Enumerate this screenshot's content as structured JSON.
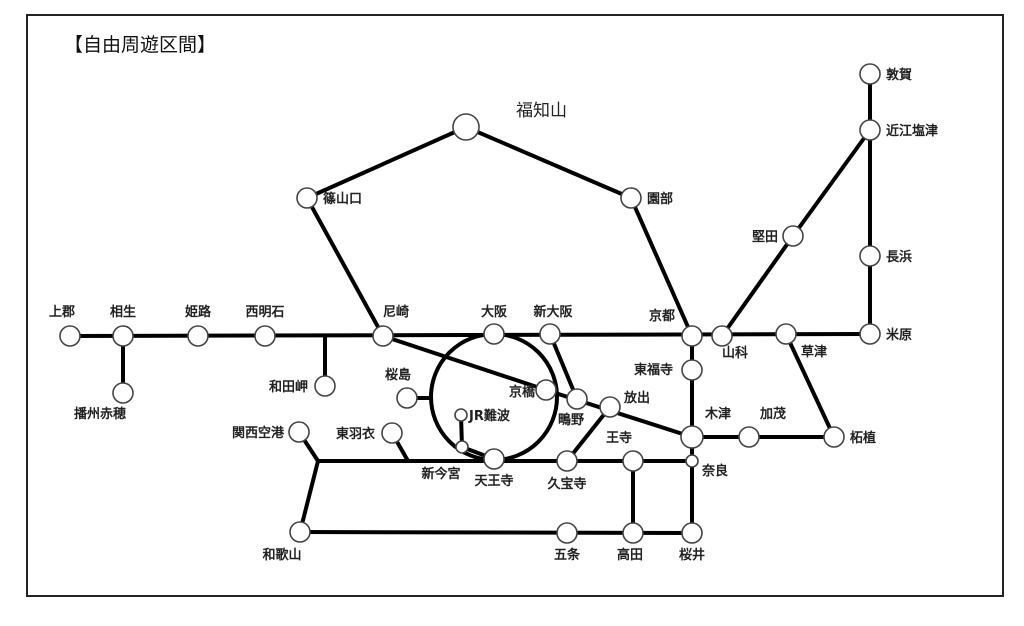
{
  "title": "【自由周遊区間】",
  "stations": {
    "fukuchiyama": "福知山",
    "sasayamaguchi": "篠山口",
    "sonobe": "園部",
    "tsuruga": "敦賀",
    "omi_shiotsu": "近江塩津",
    "katata": "堅田",
    "nagahama": "長浜",
    "maibara": "米原",
    "kusatsu": "草津",
    "yamashina": "山科",
    "kyoto": "京都",
    "tofukuji": "東福寺",
    "kizu": "木津",
    "kamo": "加茂",
    "tsuge": "柘植",
    "nara": "奈良",
    "sakurai": "桜井",
    "takada": "高田",
    "oji": "王寺",
    "gojo": "五条",
    "kyuhoji": "久宝寺",
    "hanaten": "放出",
    "shigino": "鴫野",
    "kyobashi": "京橋",
    "shin_osaka": "新大阪",
    "osaka": "大阪",
    "tennoji": "天王寺",
    "jr_namba": "JR難波",
    "shin_imamiya": "新今宮",
    "sakurajima": "桜島",
    "amagasaki": "尼崎",
    "higashi_hagoromo": "東羽衣",
    "kansai_airport": "関西空港",
    "wakayama": "和歌山",
    "wadamisaki": "和田岬",
    "nishi_akashi": "西明石",
    "himeji": "姫路",
    "aioi": "相生",
    "kamigori": "上郡",
    "banshu_ako": "播州赤穂"
  }
}
